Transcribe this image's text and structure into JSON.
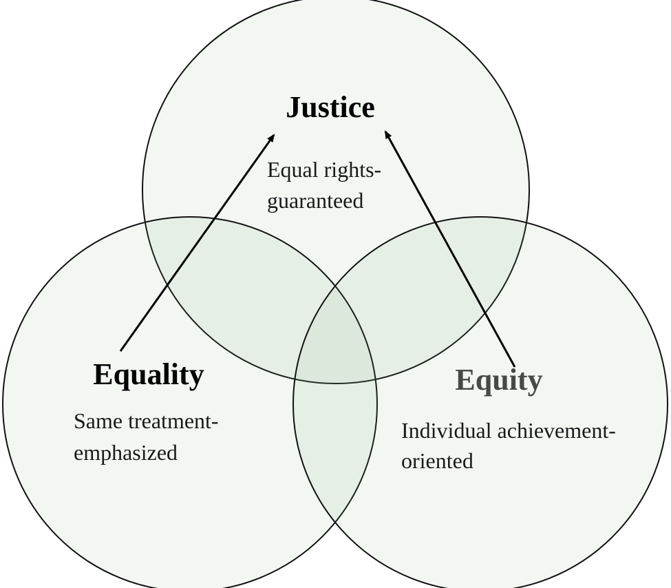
{
  "sets": {
    "justice": {
      "title": "Justice",
      "line1": "Equal rights-",
      "line2": "guaranteed"
    },
    "equality": {
      "title": "Equality",
      "line1": "Same treatment-",
      "line2": "emphasized"
    },
    "equity": {
      "title": "Equity",
      "line1": "Individual achievement-",
      "line2": "oriented"
    }
  },
  "colors": {
    "circle_fill": "#7fae7f",
    "circle_stroke": "#111111",
    "equity_title": "#454a44",
    "arrow": "#000000"
  }
}
